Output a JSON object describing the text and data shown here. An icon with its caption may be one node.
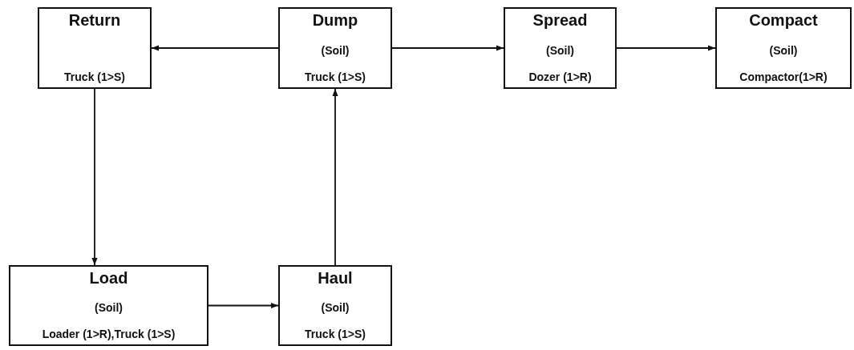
{
  "diagram": {
    "nodes": [
      {
        "text": [
          "Return",
          "Truck (1>S)"
        ]
      },
      {
        "text": [
          "Dump",
          "(Soil)",
          "Truck (1>S)"
        ]
      },
      {
        "text": [
          "Spread",
          "(Soil)",
          "Dozer (1>R)"
        ]
      },
      {
        "text": [
          "Compact",
          "(Soil)",
          "Compactor(1>R)"
        ]
      },
      {
        "text": [
          "Load",
          "(Soil)",
          "Loader (1>R),Truck (1>S)"
        ]
      },
      {
        "text": [
          "Haul",
          "(Soil)",
          "Truck (1>S)"
        ]
      }
    ],
    "edges": [
      {
        "from": 1,
        "to": 0,
        "arrow": "to"
      },
      {
        "from": 1,
        "to": 2,
        "arrow": "to"
      },
      {
        "from": 2,
        "to": 3,
        "arrow": "to"
      },
      {
        "from": 0,
        "to": 4,
        "arrow": "to"
      },
      {
        "from": 4,
        "to": 5,
        "arrow": "to"
      },
      {
        "from": 5,
        "to": 1,
        "arrow": "to"
      }
    ]
  }
}
